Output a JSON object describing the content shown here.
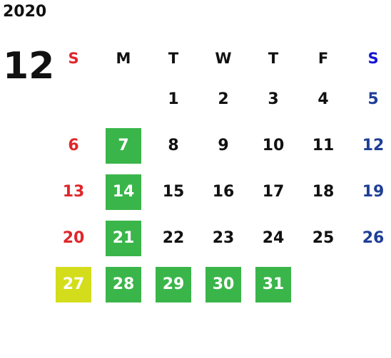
{
  "year": "2020",
  "month": "12",
  "weekdays": [
    "S",
    "M",
    "T",
    "W",
    "T",
    "F",
    "S"
  ],
  "weeks": [
    [
      "",
      "",
      "1",
      "2",
      "3",
      "4",
      "5"
    ],
    [
      "6",
      "7",
      "8",
      "9",
      "10",
      "11",
      "12"
    ],
    [
      "13",
      "14",
      "15",
      "16",
      "17",
      "18",
      "19"
    ],
    [
      "20",
      "21",
      "22",
      "23",
      "24",
      "25",
      "26"
    ],
    [
      "27",
      "28",
      "29",
      "30",
      "31",
      "",
      ""
    ]
  ],
  "colors": {
    "sunday": "#e0262b",
    "saturday": "#1f3e96",
    "saturday_header": "#1414d6",
    "highlight_green": "#3ab54a",
    "highlight_yellow": "#d4dd1c"
  },
  "highlights": {
    "green": [
      "7",
      "14",
      "21",
      "28",
      "29",
      "30",
      "31"
    ],
    "yellow": [
      "27"
    ]
  }
}
